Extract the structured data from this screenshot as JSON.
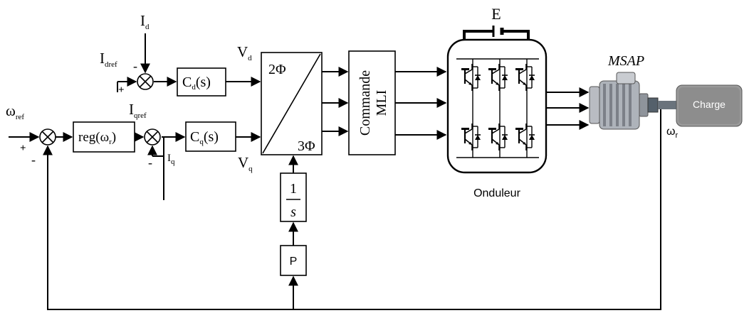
{
  "signals": {
    "id": {
      "main": "I",
      "sub": "d"
    },
    "idref": {
      "main": "I",
      "sub": "dref"
    },
    "wref": {
      "main": "ω",
      "sub": "ref"
    },
    "iqref": {
      "main": "I",
      "sub": "qref"
    },
    "iq": {
      "main": "I",
      "sub": "q"
    },
    "vd": {
      "main": "V",
      "sub": "d"
    },
    "vq": {
      "main": "V",
      "sub": "q"
    },
    "wr": {
      "main": "ω",
      "sub": "r"
    }
  },
  "signs": {
    "sum_d_top": "-",
    "sum_d_left": "+",
    "sum_w_left": "+",
    "sum_w_bottom": "-",
    "sum_q_bottom": "-"
  },
  "blocks": {
    "cd": {
      "main": "C",
      "sub": "d",
      "tail": "(s)"
    },
    "cq": {
      "main": "C",
      "sub": "q",
      "tail": "(s)"
    },
    "reg": {
      "head": "reg(ω",
      "sub": "r",
      "tail": ")"
    },
    "transform_top": "2Φ",
    "transform_bottom": "3Φ",
    "pwm_line1": "Commande",
    "pwm_line2": "MLI",
    "integrator_num": "1",
    "integrator_den": "s",
    "gain_p": "P",
    "dc_source": "E",
    "inverter": "Onduleur",
    "motor": "MSAP",
    "load": "Charge"
  }
}
